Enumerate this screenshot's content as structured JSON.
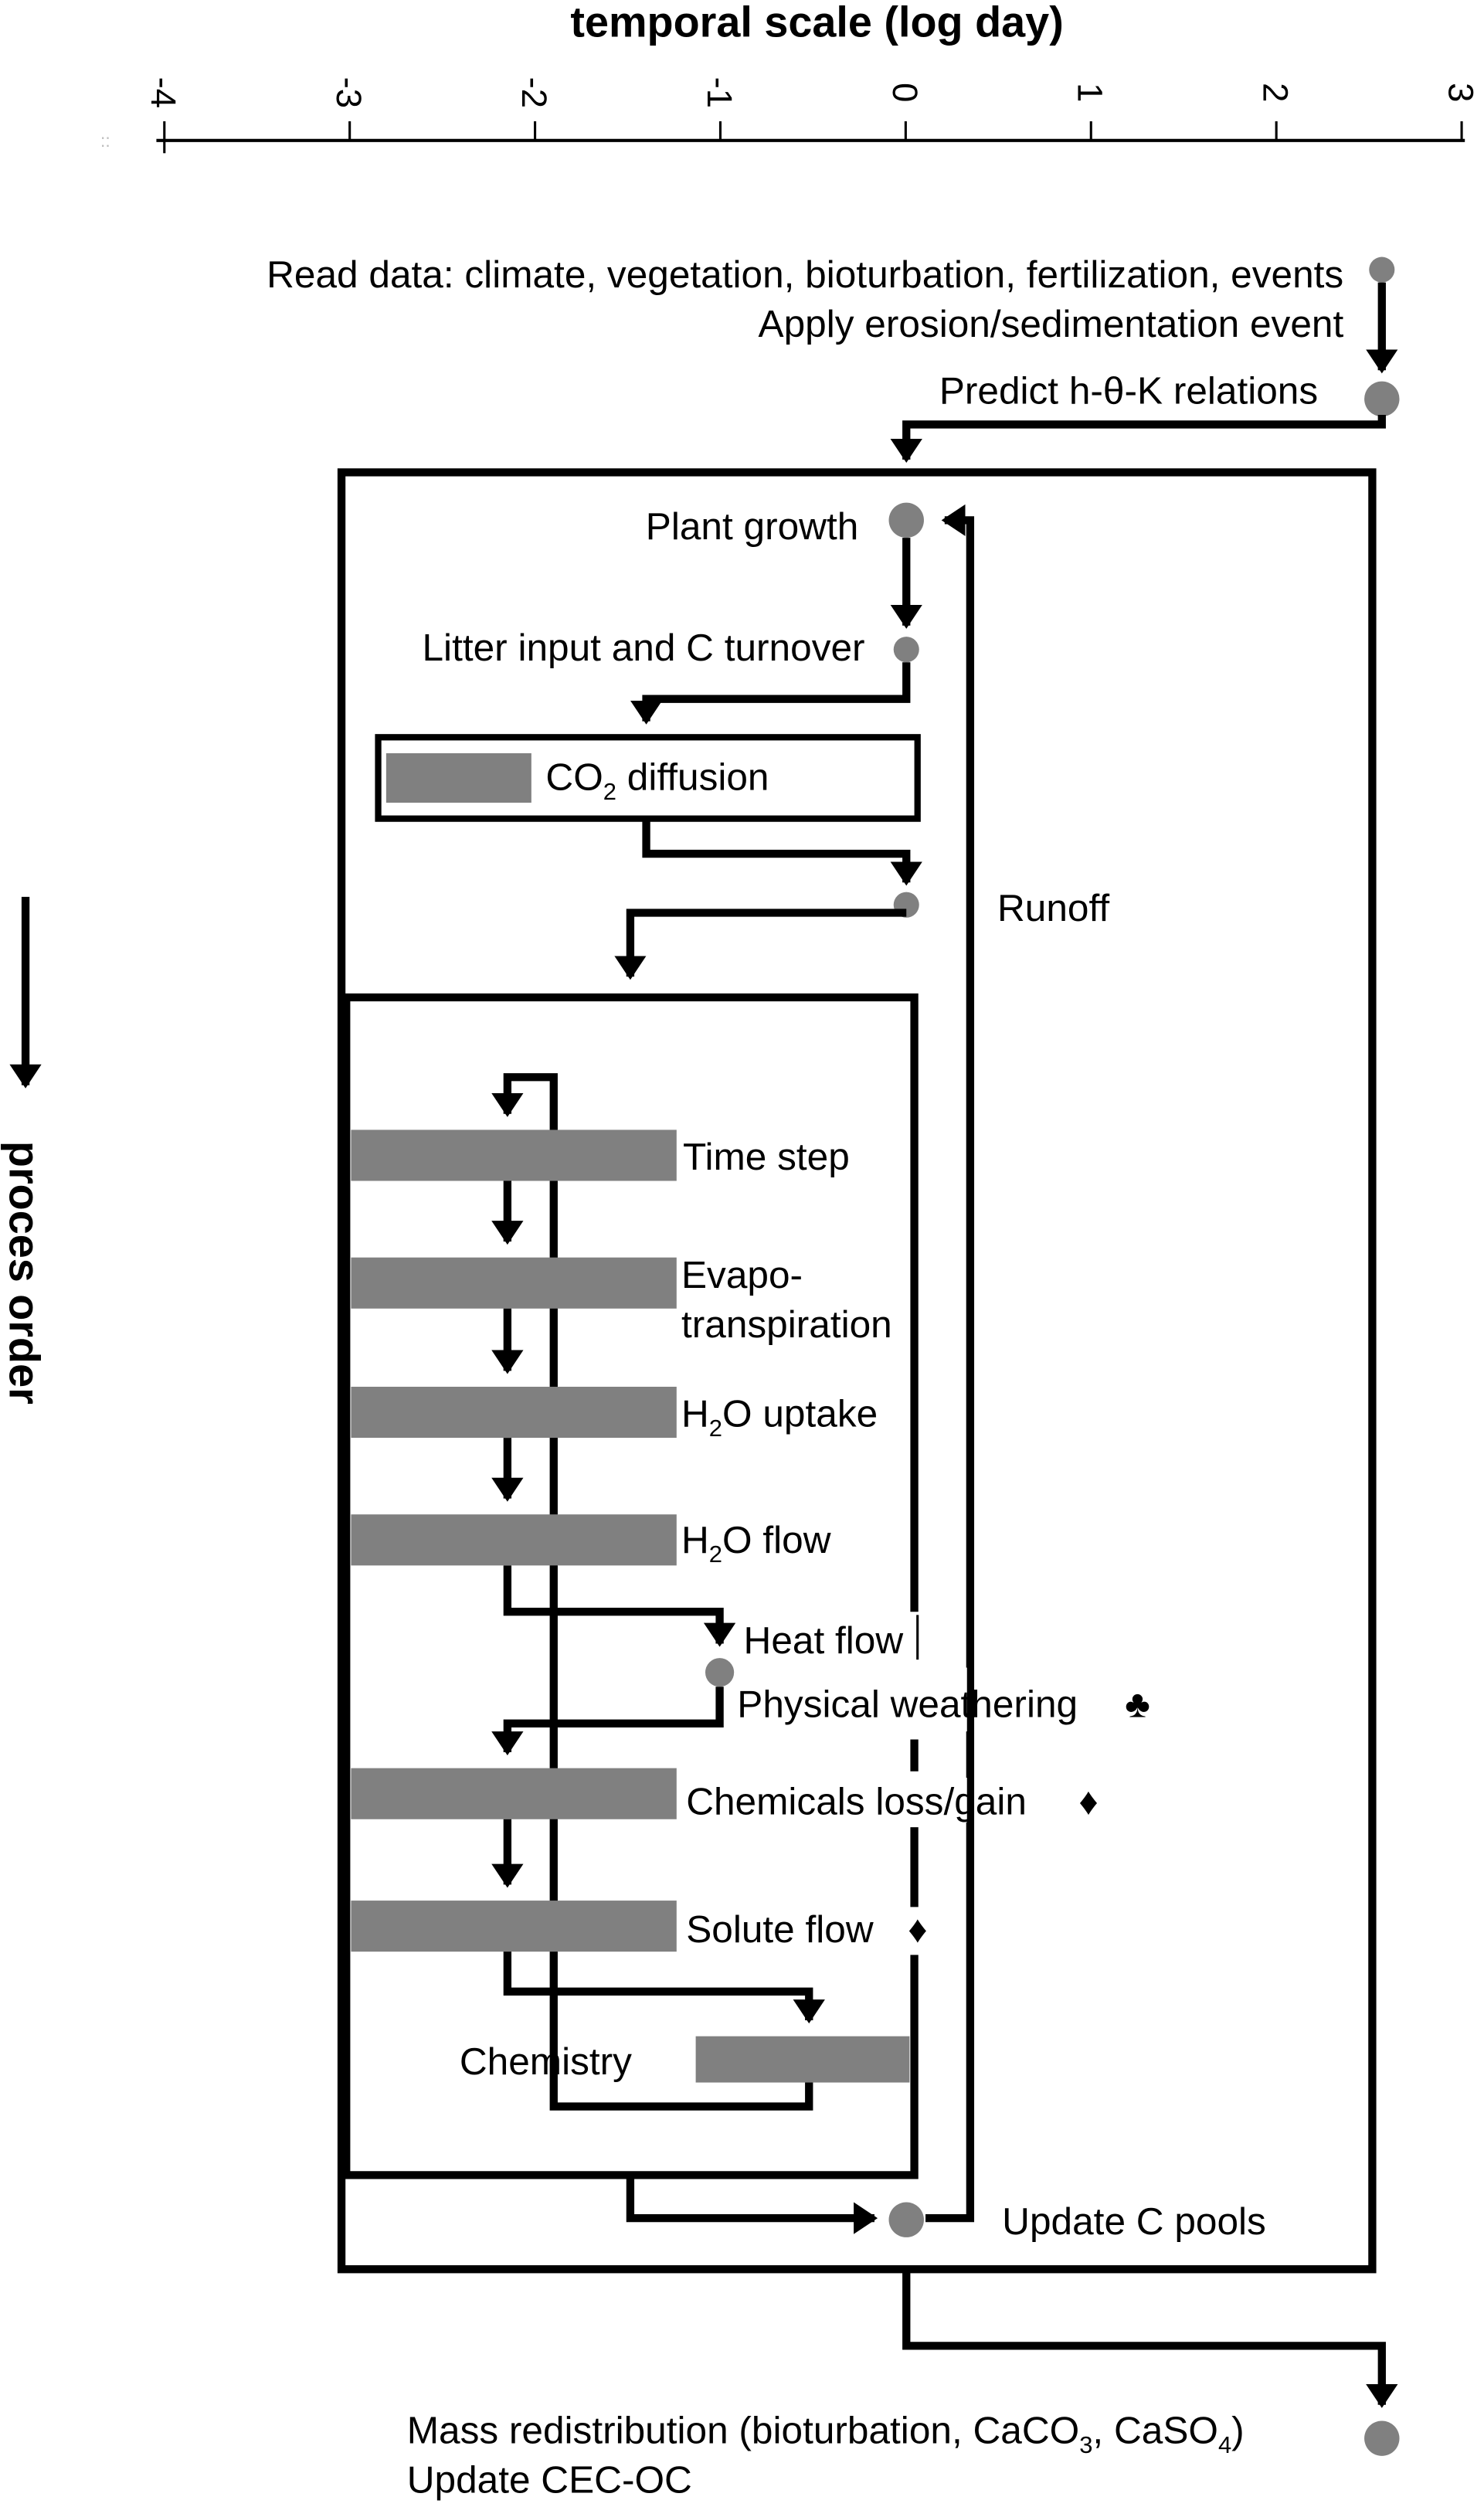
{
  "axis": {
    "title": "temporal scale (log day)",
    "ticks": [
      "-4",
      "-3",
      "-2",
      "-1",
      "0",
      "1",
      "2",
      "3"
    ]
  },
  "side_label": "proces order",
  "steps": {
    "read_data": "Read data:  climate, vegetation, bioturbation, fertilization, events",
    "erosion": "Apply erosion/sedimentation event",
    "predict": "Predict h-θ-K relations",
    "plant_growth": "Plant growth",
    "litter": "Litter input and C turnover",
    "co2_pre": "CO",
    "co2_sub": "2",
    "co2_post": " diffusion",
    "runoff": "Runoff",
    "time_step": "Time step",
    "evapo1": "Evapo-",
    "evapo2": "transpiration",
    "h2o_uptake_pre": "H",
    "h2o_uptake_sub": "2",
    "h2o_uptake_post": "O uptake",
    "h2o_flow_pre": "H",
    "h2o_flow_sub": "2",
    "h2o_flow_post": "O flow",
    "heat_flow": "Heat flow",
    "physical_weathering": "Physical weathering",
    "club": "♣",
    "chemicals": "Chemicals loss/gain",
    "diamond": "♦",
    "solute": "Solute flow",
    "chemistry": "Chemistry",
    "update_c": "Update C pools",
    "mass_pre": "Mass redistribution  (bioturbation, CaCO",
    "mass_sub1": "3",
    "mass_mid": ", CaSO",
    "mass_sub2": "4",
    "mass_post": ")",
    "cec": "Update CEC-OC"
  }
}
